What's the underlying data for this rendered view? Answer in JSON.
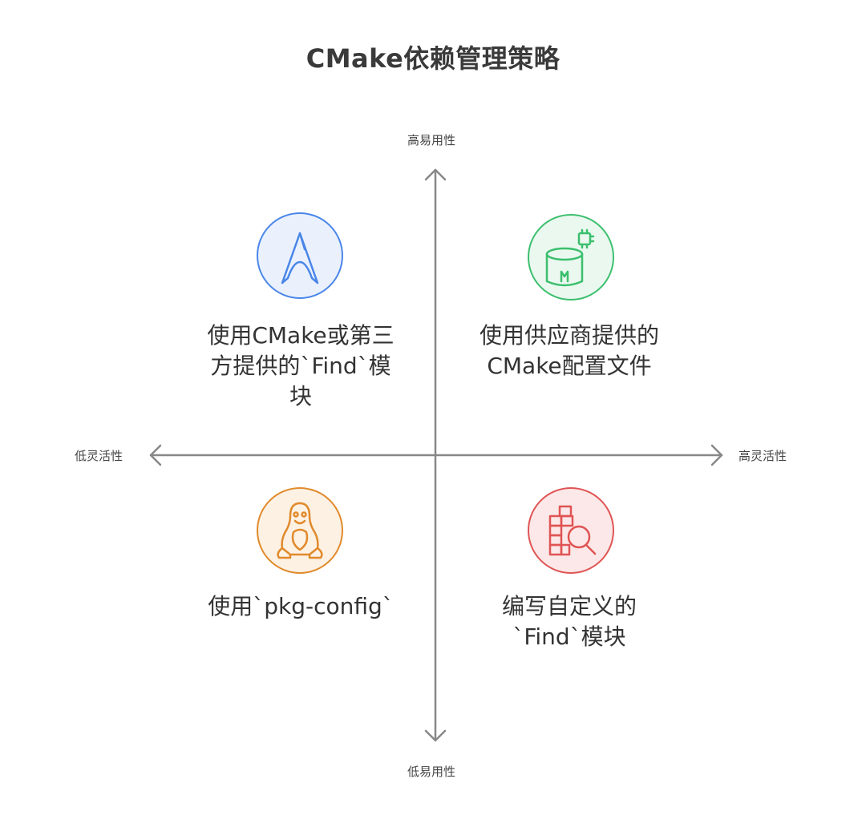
{
  "title": "CMake依赖管理策略",
  "axes": {
    "top": "高易用性",
    "bottom": "低易用性",
    "left": "低灵活性",
    "right": "高灵活性"
  },
  "quadrants": {
    "top_left": {
      "lines": [
        "使用CMake或第三",
        "方提供的`Find`模",
        "块"
      ],
      "icon": "arch-linux-icon",
      "color": "#4a86e8"
    },
    "top_right": {
      "lines": [
        "使用供应商提供的",
        "CMake配置文件"
      ],
      "icon": "database-chip-icon",
      "color": "#3cbf6e"
    },
    "bottom_left": {
      "lines": [
        "使用`pkg-config`"
      ],
      "icon": "linux-penguin-icon",
      "color": "#e08a2b"
    },
    "bottom_right": {
      "lines": [
        "编写自定义的",
        "`Find`模块"
      ],
      "icon": "search-blocks-icon",
      "color": "#e05454"
    }
  }
}
